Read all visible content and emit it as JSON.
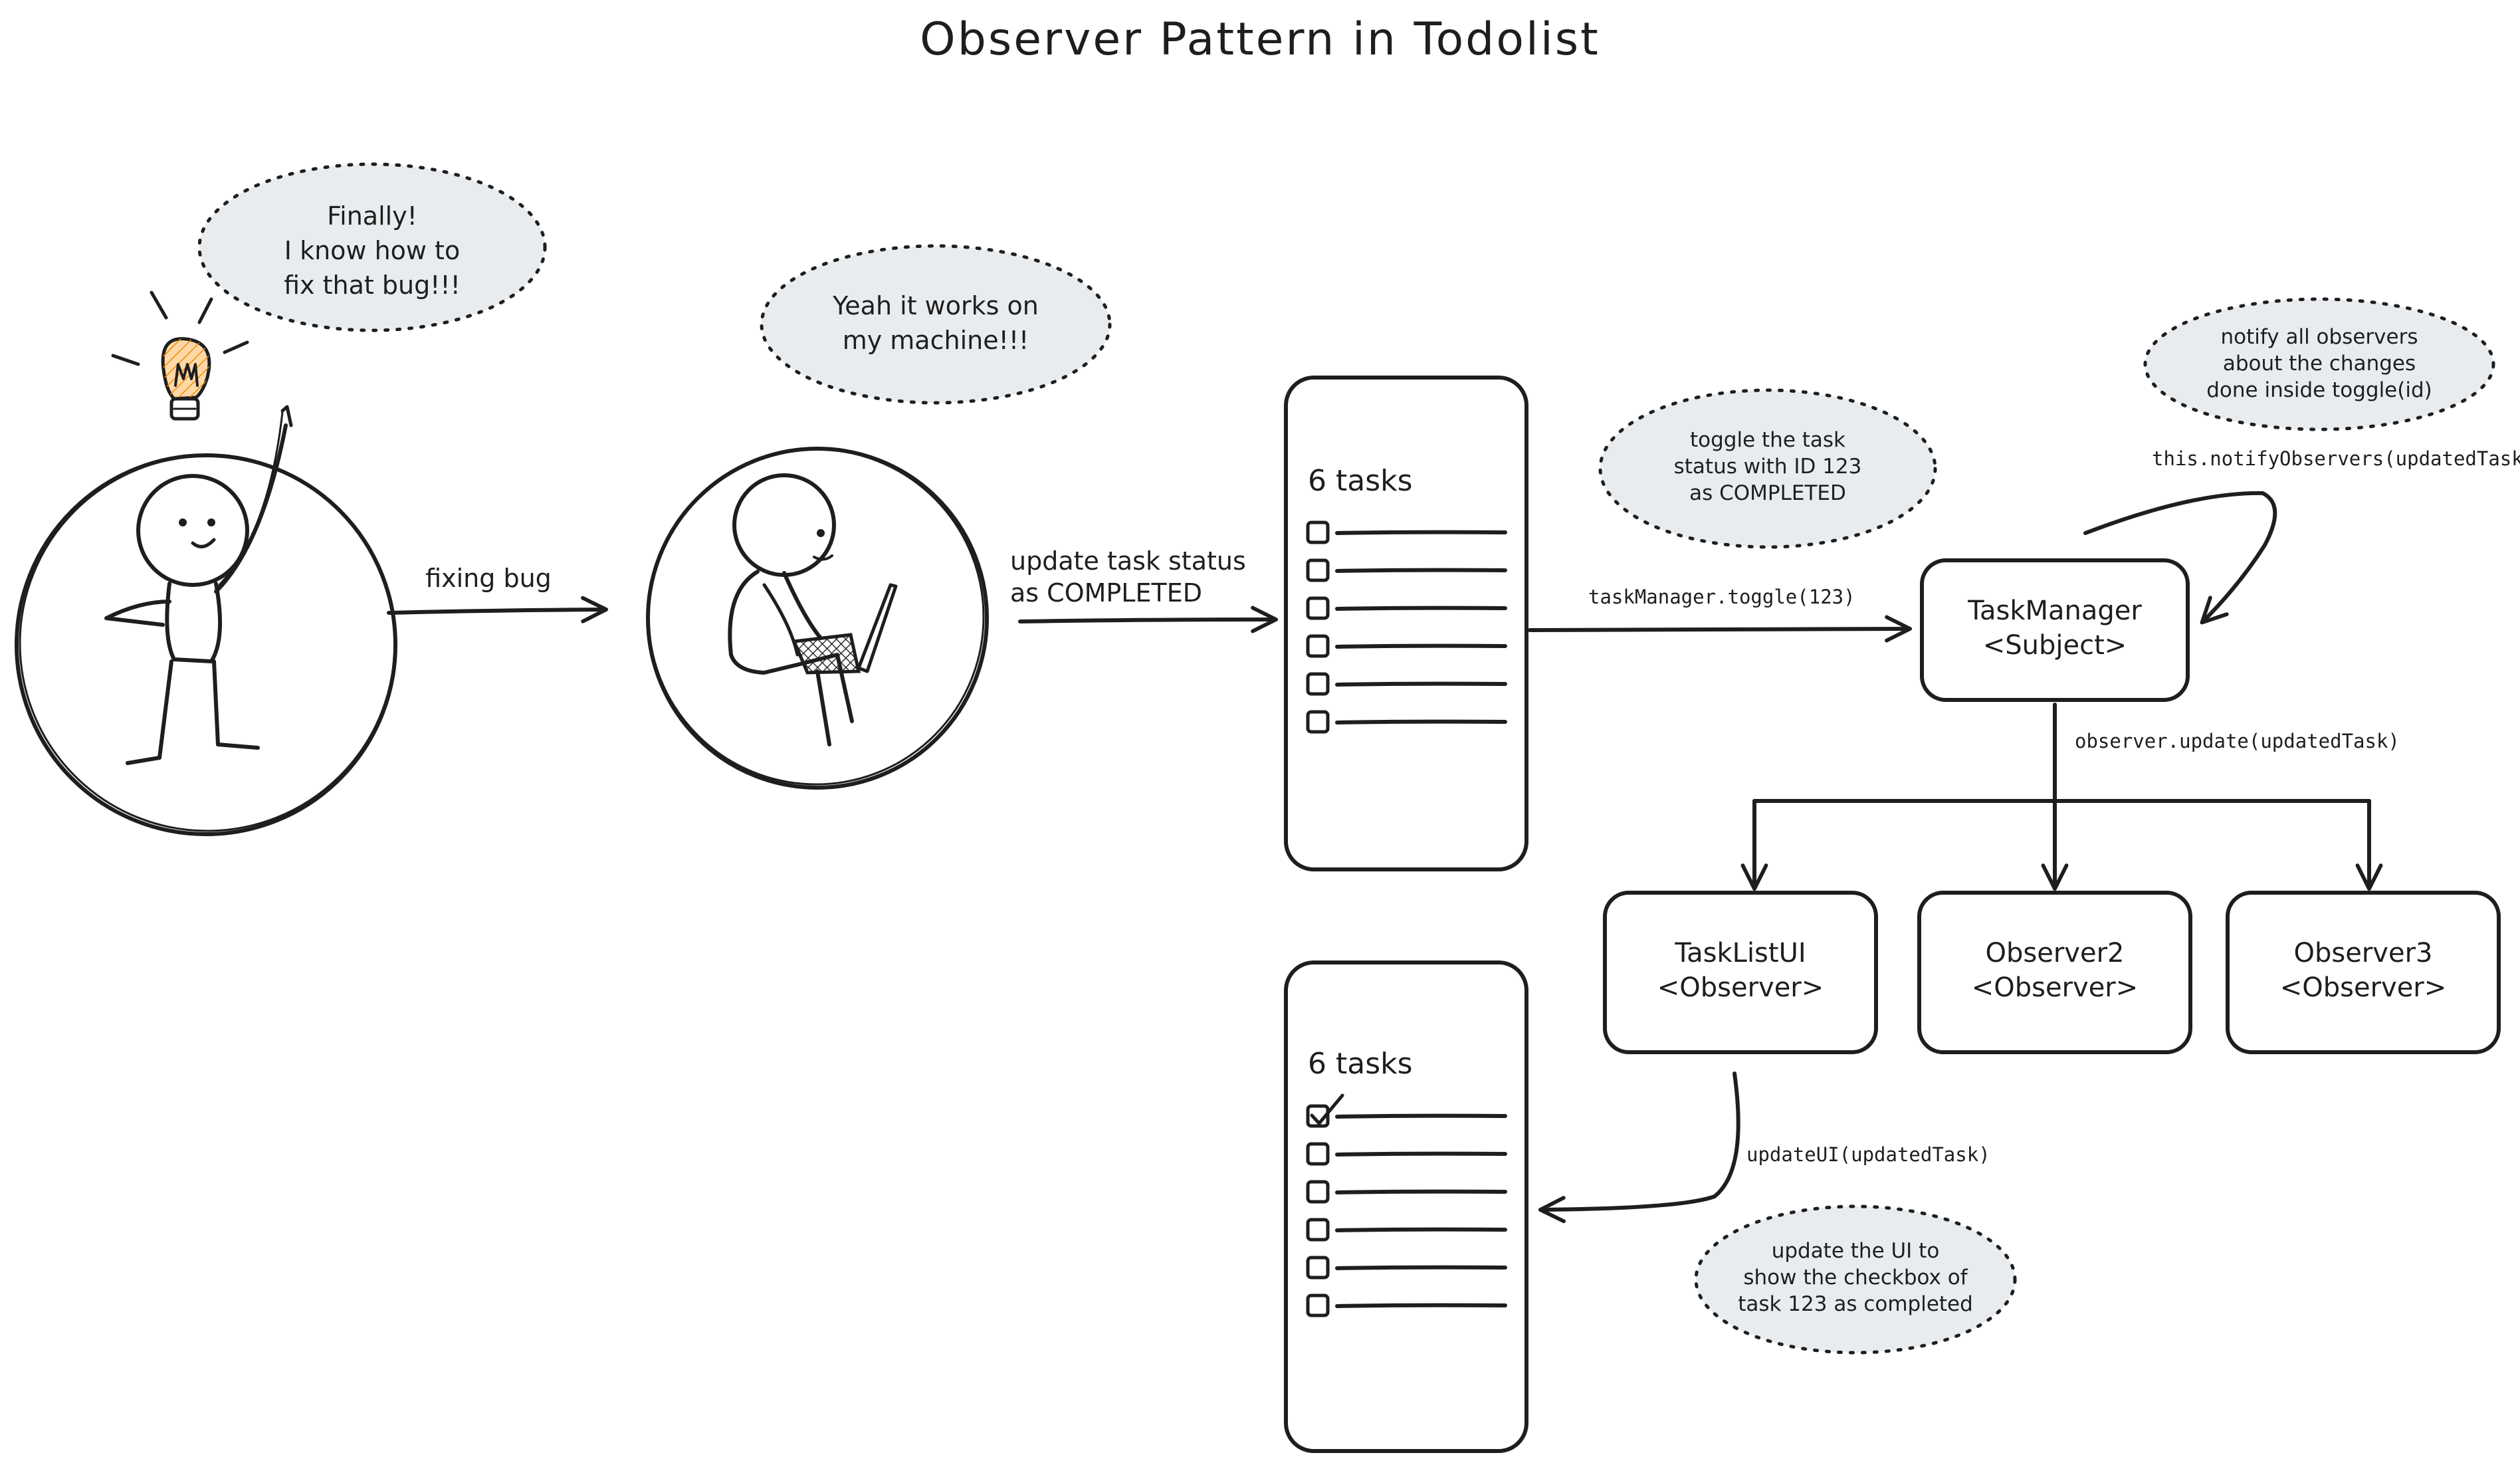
{
  "title": "Observer Pattern in Todolist",
  "colors": {
    "stroke": "#1e1e1e",
    "bubble_fill": "#e9ecef",
    "bulb_fill": "#ffd8a8",
    "bulb_stroke": "#f08c00"
  },
  "bubbles": {
    "finally": [
      "Finally!",
      "I know how to",
      "fix that bug!!!"
    ],
    "works": [
      "Yeah it works on",
      "my machine!!!"
    ],
    "toggle": [
      "toggle the task",
      "status with ID 123",
      "as COMPLETED"
    ],
    "notify": [
      "notify all observers",
      "about the changes",
      "done inside toggle(id)"
    ],
    "update_ui": [
      "update the UI to",
      "show the checkbox of",
      "task 123 as completed"
    ]
  },
  "labels": {
    "fixing_bug": "fixing bug",
    "update_status": [
      "update task status",
      "as COMPLETED"
    ],
    "toggle_call": "taskManager.toggle(123)",
    "notify_call": "this.notifyObservers(updatedTask)",
    "update_call": "observer.update(updatedTask)",
    "update_ui_call": "updateUI(updatedTask)"
  },
  "task_cards": [
    {
      "title": "6 tasks",
      "task_count": 6,
      "checked_index": null
    },
    {
      "title": "6 tasks",
      "task_count": 6,
      "checked_index": 0
    }
  ],
  "nodes": {
    "task_manager": [
      "TaskManager",
      "<Subject>"
    ],
    "task_list_ui": [
      "TaskListUI",
      "<Observer>"
    ],
    "observer2": [
      "Observer2",
      "<Observer>"
    ],
    "observer3": [
      "Observer3",
      "<Observer>"
    ]
  },
  "icons": [
    "developer-with-lightbulb-icon",
    "developer-with-laptop-icon",
    "lightbulb-icon",
    "laptop-icon",
    "checkbox-icon",
    "checkmark-icon"
  ]
}
